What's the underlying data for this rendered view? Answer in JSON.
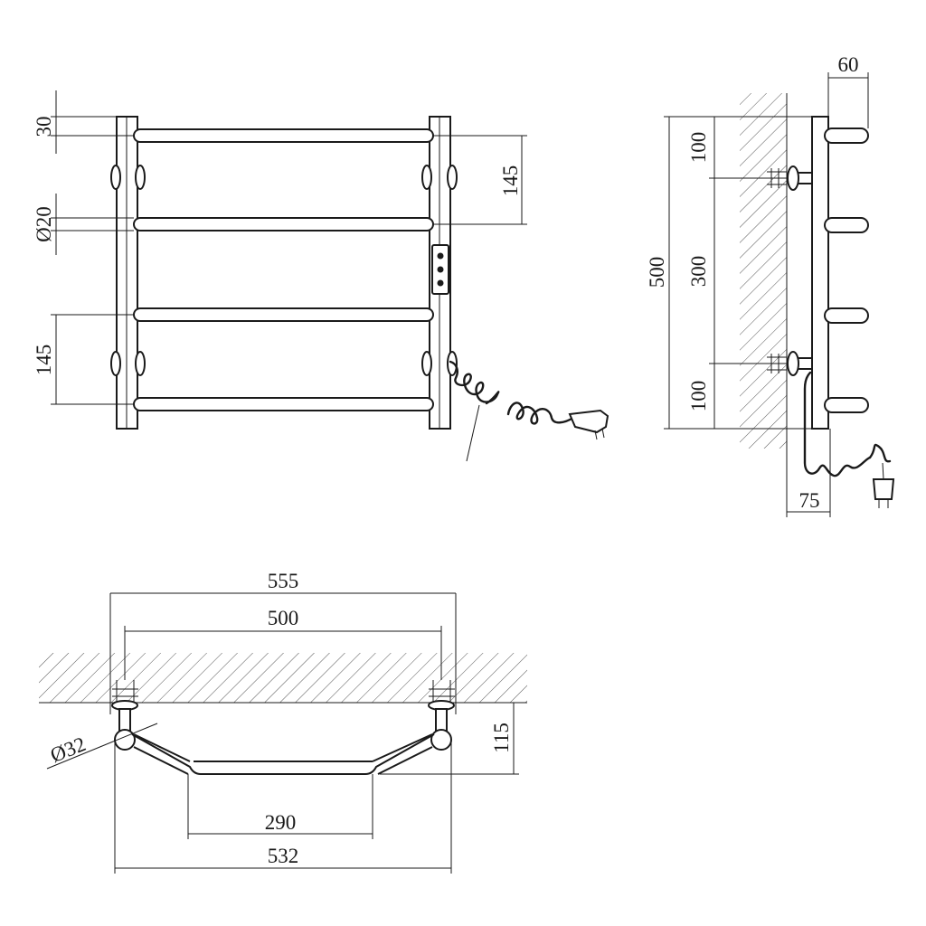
{
  "front_view": {
    "dim_top_offset": "30",
    "dim_tube_diameter": "Ø20",
    "dim_rail_spacing_upper": "145",
    "dim_rail_spacing_lower": "145"
  },
  "side_view": {
    "dim_depth_top": "60",
    "dim_total_height": "500",
    "dim_top_to_mount": "100",
    "dim_mount_spacing": "300",
    "dim_mount_to_bottom": "100",
    "dim_depth_bottom": "75"
  },
  "top_view": {
    "dim_overall_width": "555",
    "dim_mount_width": "500",
    "dim_support_diameter": "Ø32",
    "dim_projection": "115",
    "dim_center_span": "290",
    "dim_bottom_width": "532"
  }
}
